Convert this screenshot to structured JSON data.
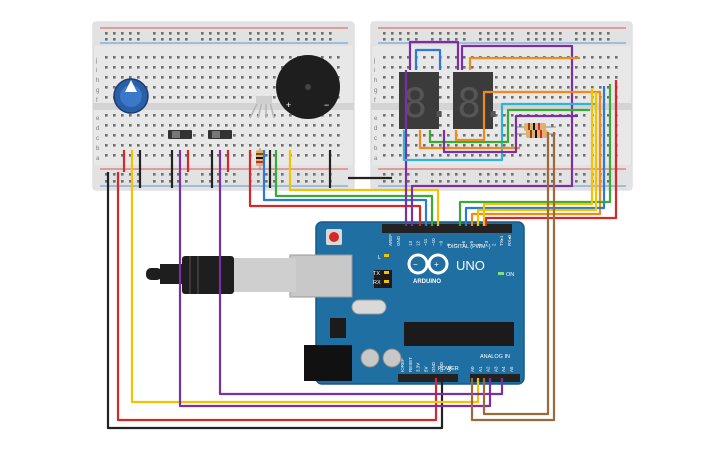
{
  "arduino": {
    "model": "UNO",
    "brand": "ARDUINO",
    "digital_header": "DIGITAL (PWM~)",
    "power_header": "POWER",
    "analog_header": "ANALOG IN",
    "tx_label": "TX",
    "rx_label": "RX",
    "on_label": "ON",
    "l_label": "L",
    "aref": "AREF",
    "gnd": "GND",
    "digital_pins": [
      "13",
      "12",
      "~11",
      "~10",
      "~9",
      "8",
      "7",
      "~6",
      "~5",
      "4",
      "~3",
      "2",
      "TX▸1",
      "RX◂0"
    ],
    "power_pins": [
      "IOREF",
      "RESET",
      "3.3V",
      "5V",
      "GND",
      "GND",
      "Vin"
    ],
    "analog_pins": [
      "A0",
      "A1",
      "A2",
      "A3",
      "A4",
      "A5"
    ]
  },
  "breadboard_left": {
    "row_letters_top": [
      "j",
      "i",
      "h",
      "g",
      "f"
    ],
    "row_letters_bottom": [
      "e",
      "d",
      "c",
      "b",
      "a"
    ]
  },
  "breadboard_right": {
    "row_letters_top": [
      "j",
      "i",
      "h",
      "g",
      "f"
    ],
    "row_letters_bottom": [
      "e",
      "d",
      "c",
      "b",
      "a"
    ]
  },
  "seven_segment": {
    "digit_glyph": "8."
  },
  "colors": {
    "board_blue": "#1f6fa3",
    "breadboard": "#e9e9e9",
    "wire_red": "#d62828",
    "wire_black": "#222222",
    "wire_yellow": "#f2c300",
    "wire_purple": "#7b2fa0",
    "wire_orange": "#f08a1c",
    "wire_green": "#3aa935",
    "wire_blue": "#2b7bd6",
    "wire_cyan": "#2bb6d6",
    "wire_brown": "#9c6a3a"
  }
}
